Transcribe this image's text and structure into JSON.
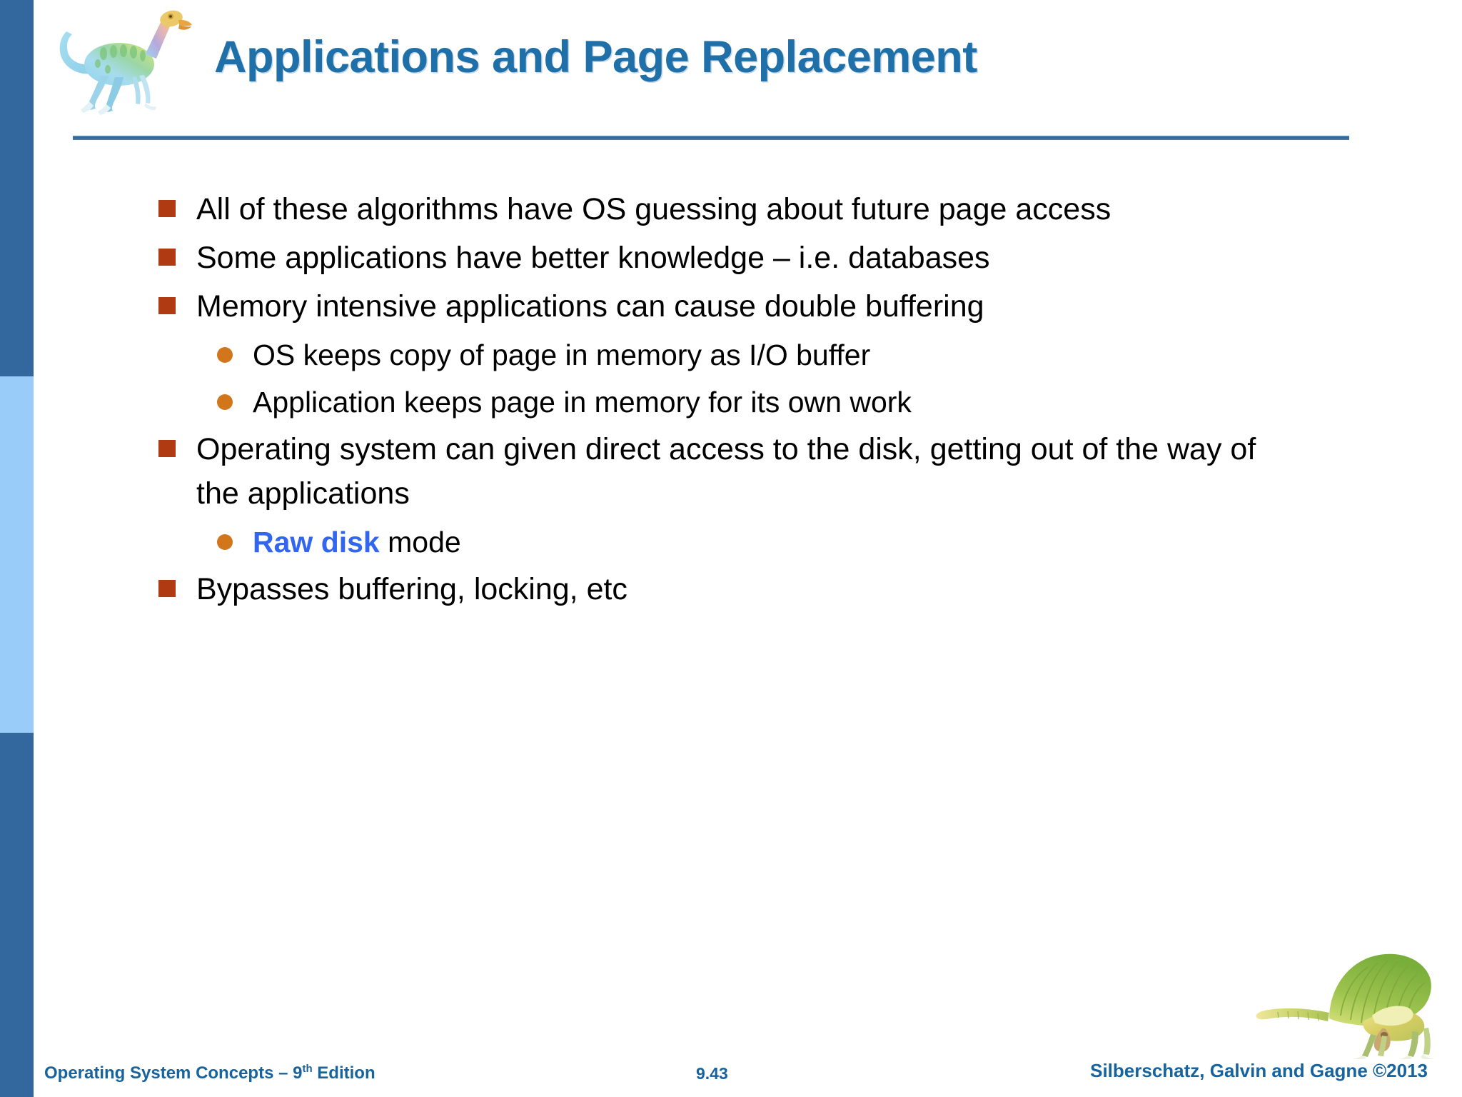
{
  "slide": {
    "title": "Applications and Page Replacement",
    "accent_color": "#1F6FA8",
    "rule_color": "#2F6596",
    "sidebar_dark_color": "#33689E",
    "sidebar_light_color": "#9ACCFA",
    "level1_bullet_color": "#B03A12",
    "level2_bullet_color": "#D2761C",
    "highlight_color": "#3366EE"
  },
  "content": {
    "bullets": [
      {
        "level": 1,
        "text": "All of these algorithms have OS guessing about future page access"
      },
      {
        "level": 1,
        "text": "Some applications have better knowledge – i.e. databases"
      },
      {
        "level": 1,
        "text": "Memory intensive applications can cause double buffering"
      },
      {
        "level": 2,
        "text": "OS keeps copy of page in memory as I/O buffer"
      },
      {
        "level": 2,
        "text": "Application keeps page in memory for its own work"
      },
      {
        "level": 1,
        "text": "Operating system can given direct access to the disk, getting out of the way of the applications"
      },
      {
        "level": 2,
        "text": "Raw disk mode",
        "highlight": "Raw disk",
        "rest": " mode"
      },
      {
        "level": 1,
        "text": "Bypasses buffering, locking, etc"
      }
    ]
  },
  "footer": {
    "book": "Operating System Concepts – 9",
    "book_sup": "th",
    "book_tail": " Edition",
    "page": "9.43",
    "credit": "Silberschatz, Galvin and Gagne ©2013"
  },
  "images": {
    "title_dinosaur": "dinosaur-illustration-blue-green",
    "footer_dinosaur": "dinosaur-illustration-sailback-green"
  }
}
